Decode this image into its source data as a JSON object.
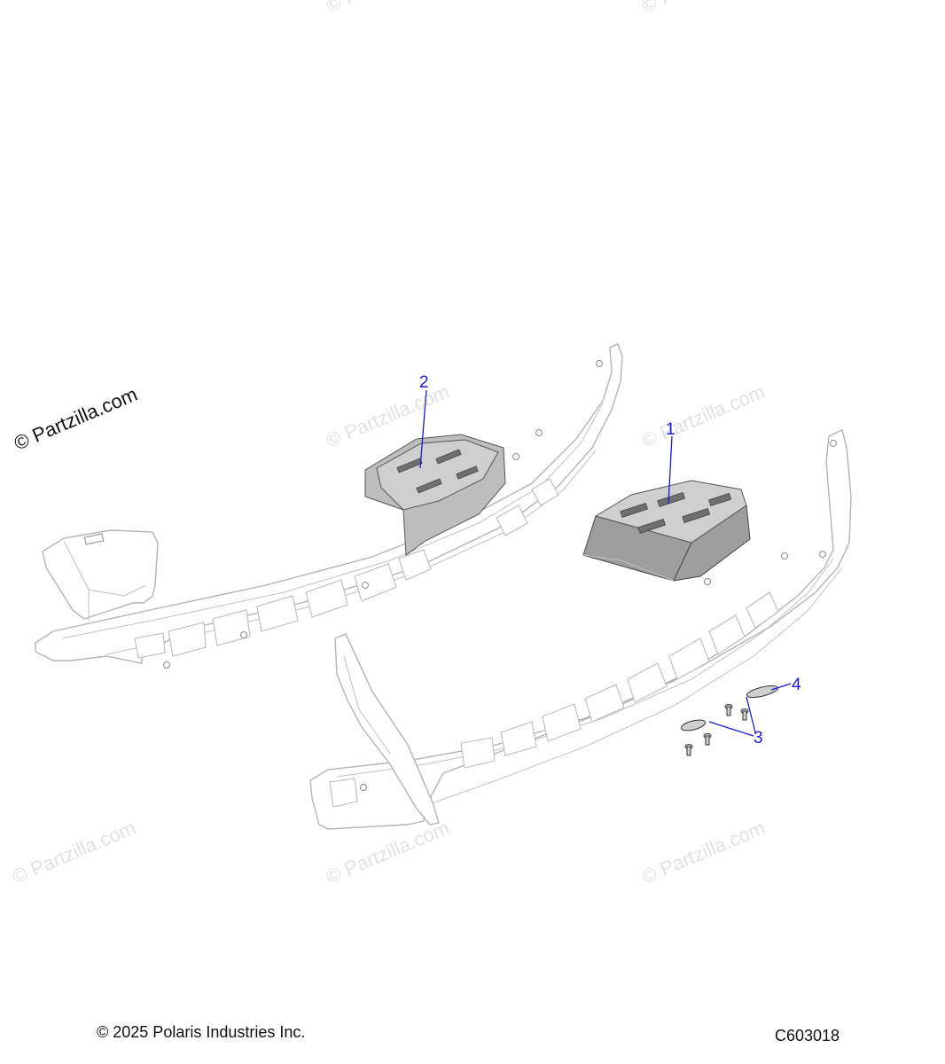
{
  "watermark": {
    "text": "© Partzilla.com"
  },
  "callouts": [
    {
      "label": "1"
    },
    {
      "label": "2"
    },
    {
      "label": "3"
    },
    {
      "label": "4"
    }
  ],
  "footer": {
    "copyright": "© 2025 Polaris Industries Inc.",
    "code": "C603018"
  },
  "colors": {
    "callout": "#1a1ad6",
    "line_art": "#b4b4b4",
    "footrest_pad": "#9e9e9e"
  }
}
